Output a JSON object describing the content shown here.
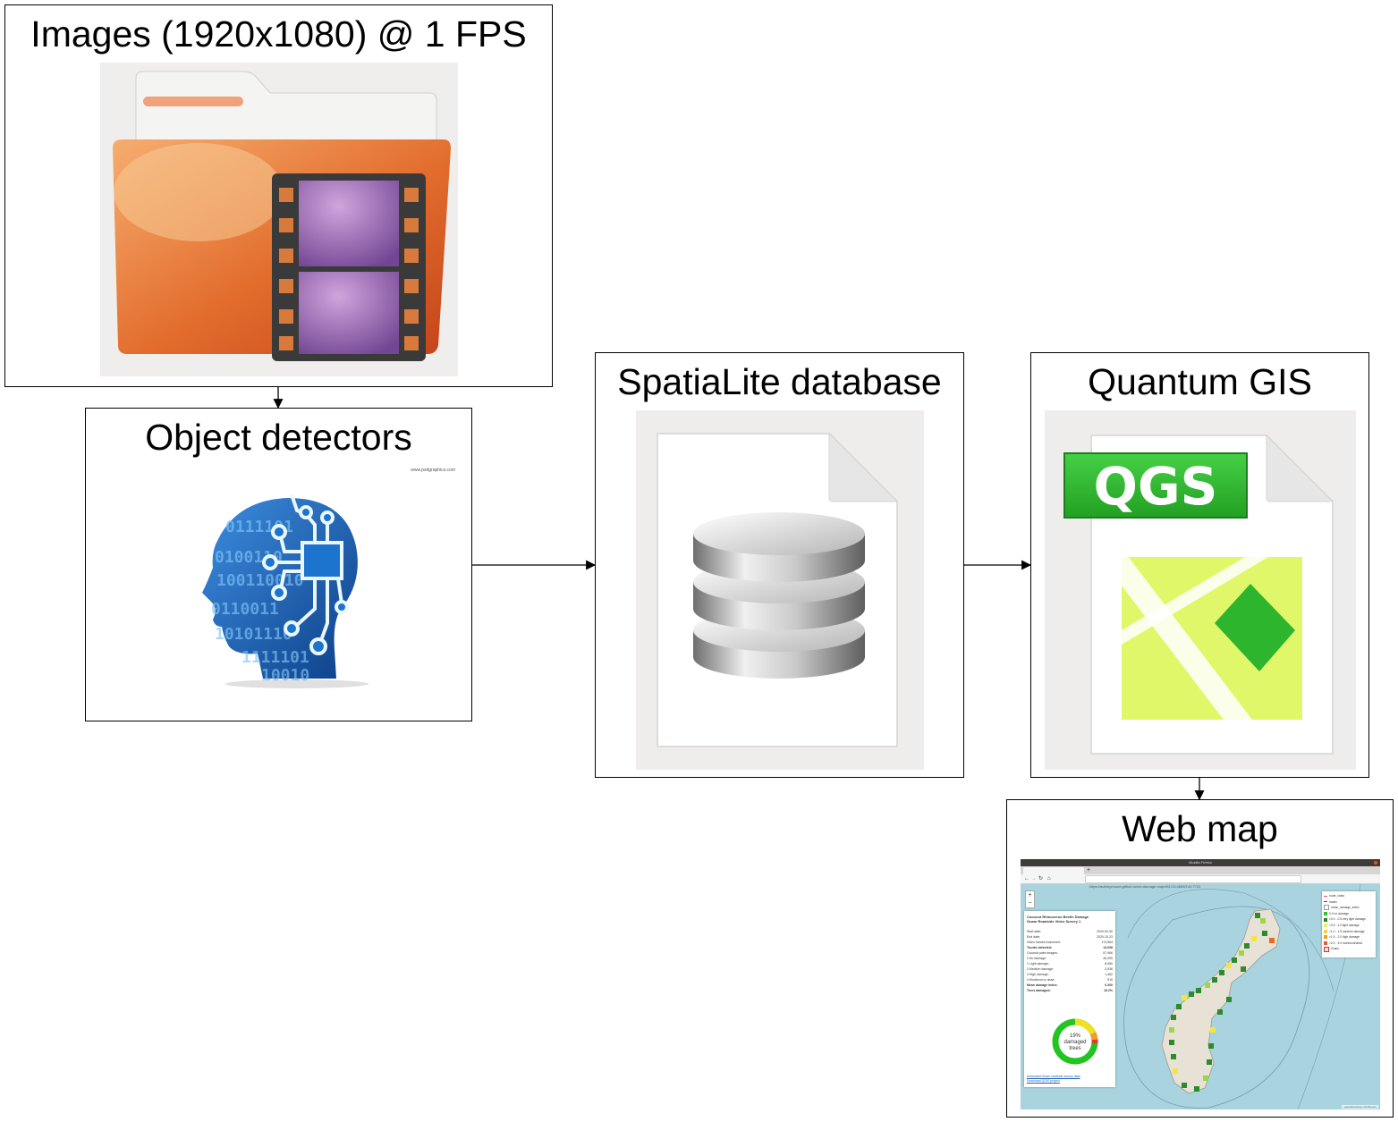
{
  "nodes": {
    "images": {
      "label": "Images (1920x1080) @ 1 FPS",
      "icon": "video-folder-icon"
    },
    "detectors": {
      "label": "Object detectors",
      "icon": "ai-brain-head-icon",
      "watermark": "www.psdgraphics.com"
    },
    "database": {
      "label": "SpatiaLite database",
      "icon": "database-file-icon"
    },
    "qgis": {
      "label": "Quantum GIS",
      "icon": "qgs-file-icon",
      "badge": "QGS"
    },
    "webmap": {
      "label": "Web map",
      "icon": "web-map-screenshot"
    }
  },
  "edges": [
    {
      "from": "images",
      "to": "detectors"
    },
    {
      "from": "detectors",
      "to": "database"
    },
    {
      "from": "database",
      "to": "qgis"
    },
    {
      "from": "qgis",
      "to": "webmap"
    }
  ],
  "webmap_screenshot": {
    "window_title": "Mozilla Firefox",
    "tab_label": "aubreymoore.github.io/crb-",
    "url": "https://aubreymoore.github.io/crb-damage-map/#11/13.4683/144.7723",
    "zoom_in": "+",
    "zoom_out": "−",
    "info_title": "Coconut Rhinoceros Beetle Damage",
    "info_subtitle": "Guam Roadside Video Survey 1",
    "stats": [
      [
        "Start date:",
        "2020-09-30"
      ],
      [
        "End date:",
        "2020-10-23"
      ],
      [
        "Video frames examined:",
        "174,864"
      ],
      [
        "Trunks detected:",
        "13,008"
      ],
      [
        "Coconut palm images:",
        "57,966"
      ],
      [
        "0 No damage:",
        "46,305"
      ],
      [
        "1 Light damage:",
        "8,950"
      ],
      [
        "2 Medium damage:",
        "2,536"
      ],
      [
        "3 High damage:",
        "1,462"
      ],
      [
        "4 Moribund or dead:",
        "519"
      ],
      [
        "Mean damage index:",
        "0.300"
      ],
      [
        "Trees damaged:",
        "19.2%"
      ]
    ],
    "donut_lines": [
      "19%",
      "damaged",
      "trees"
    ],
    "links": [
      "Download Guam roadside survey data",
      "Download QGIS project"
    ],
    "legend": [
      "route_video",
      "tracks",
      "mean_damage_index",
      "0.0 no damage",
      ">0.0 - 0.5 very light damage",
      ">0.5 - 1.0 light damage",
      ">1.0 - 1.5 medium damage",
      ">1.5 - 2.0 high damage",
      ">2.0 - 3.0 moribund/dead",
      "Guam"
    ],
    "attribution": "openstreetmap contributors"
  },
  "colors": {
    "stroke": "#000000",
    "folder_orange": "#e2743a",
    "film_purple": "#8a58a6",
    "brain_blue": "#1a6fc4",
    "qgs_green": "#2fb52f",
    "map_yellow": "#e2f86a",
    "ocean": "#a9d3de"
  }
}
